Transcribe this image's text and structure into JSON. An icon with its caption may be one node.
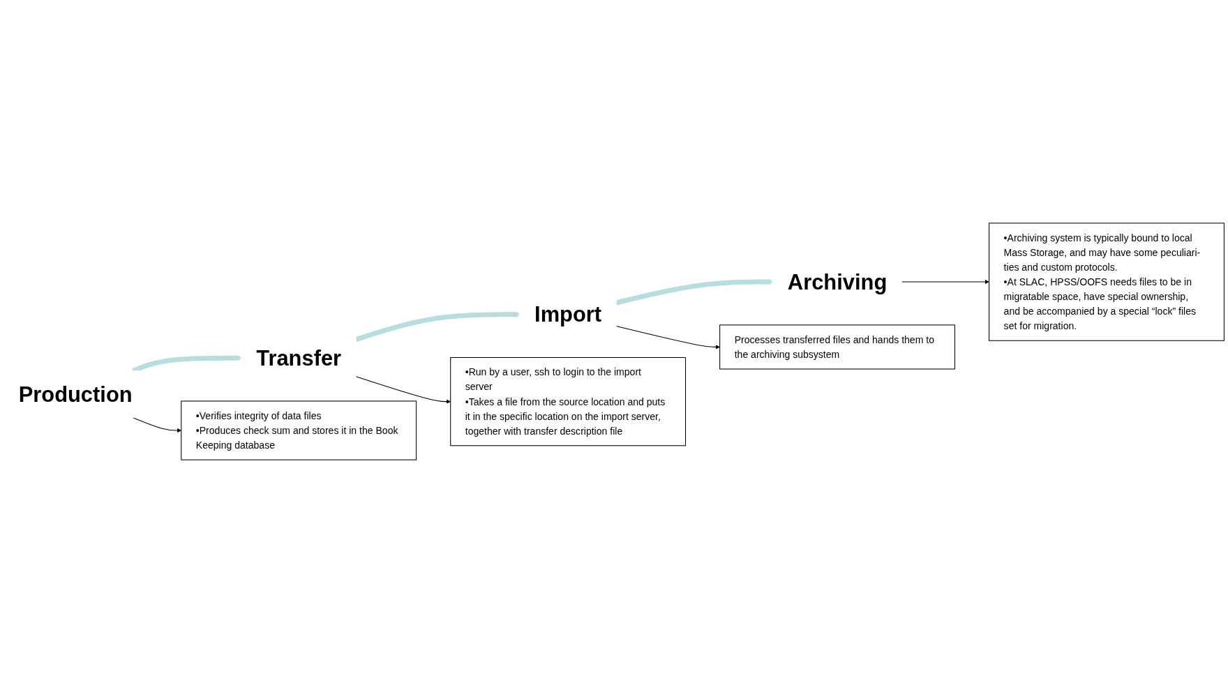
{
  "diagram": {
    "nodes": [
      {
        "text": [
          "Production"
        ]
      },
      {
        "text": [
          "Transfer"
        ]
      },
      {
        "text": [
          "Import"
        ]
      },
      {
        "text": [
          "Archiving"
        ]
      },
      {
        "text": [
          "•Run by a user, ssh to login to the import server",
          "•Takes a file from the source location and puts it in the specific location on the import server, together with transfer description file"
        ]
      },
      {
        "text": [
          "•Archiving system is typically bound to local Mass Storage, and may have some peculiari-ties and custom protocols.",
          "•At SLAC, HPSS/OOFS needs files to be in migratable space, have special ownership, and be accompanied by a special “lock” files set for migration."
        ]
      },
      {
        "text": [
          "•Verifies integrity of data files",
          "•Produces check sum and stores it in the Book Keeping database"
        ]
      },
      {
        "text": [
          "Processes transferred files and hands them to the archiving subsystem"
        ]
      }
    ],
    "edges": [
      {
        "from": 0,
        "to": 1,
        "arrow": "to",
        "style": "thick",
        "color": "#b7dde0"
      },
      {
        "from": 1,
        "to": 2,
        "arrow": "to",
        "style": "thick",
        "color": "#b7dde0"
      },
      {
        "from": 2,
        "to": 3,
        "arrow": "to",
        "style": "thick",
        "color": "#b7dde0"
      },
      {
        "from": 0,
        "to": 6,
        "arrow": "to"
      },
      {
        "from": 1,
        "to": 4,
        "arrow": "to"
      },
      {
        "from": 2,
        "to": 7,
        "arrow": "to"
      },
      {
        "from": 3,
        "to": 5,
        "arrow": "to"
      }
    ]
  }
}
